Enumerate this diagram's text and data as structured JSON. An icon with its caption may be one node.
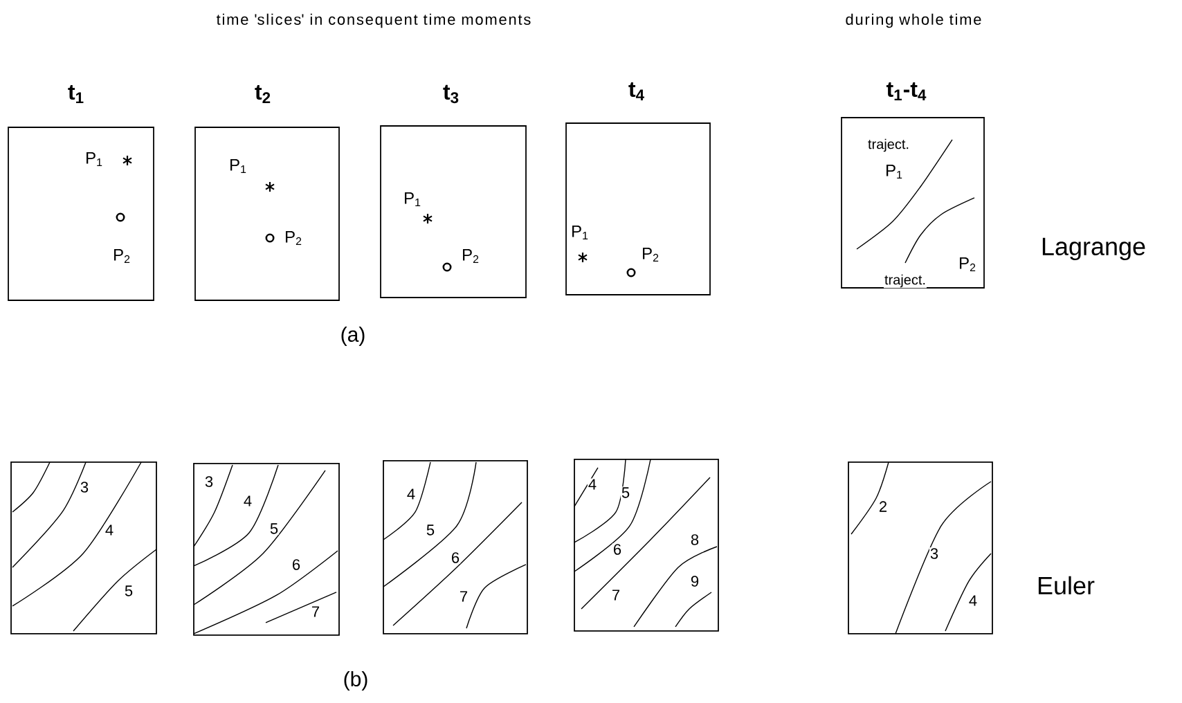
{
  "diagram": {
    "nodes": [
      {
        "text": [
          "t$_{1}$",
          "P$_{1}$",
          "P$_{2}$"
        ]
      },
      {
        "text": [
          "t$_{2}$",
          "P$_{1}$",
          "P$_{2}$"
        ]
      },
      {
        "text": [
          "t$_{3}$",
          "P$_{1}$",
          "P$_{2}$"
        ]
      },
      {
        "text": [
          "t$_{4}$",
          "P$_{1}$",
          "P$_{2}$"
        ]
      },
      {
        "text": [
          "t$_{1}$-t$_{4}$",
          "traject.",
          "P$_{1}$",
          "traject.",
          "P$_{2}$"
        ]
      },
      {
        "text": [
          "3",
          "4",
          "5"
        ]
      },
      {
        "text": [
          "3",
          "4",
          "5",
          "6",
          "7"
        ]
      },
      {
        "text": [
          "4",
          "5",
          "6",
          "7"
        ]
      },
      {
        "text": [
          "4",
          "5",
          "6",
          "7",
          "8",
          "9"
        ]
      },
      {
        "text": [
          "2",
          "3",
          "4"
        ]
      }
    ],
    "labels": [
      "time 'slices' in consequent time moments",
      "during whole time",
      "Lagrange",
      "(a)",
      "(b)",
      "Euler"
    ]
  }
}
